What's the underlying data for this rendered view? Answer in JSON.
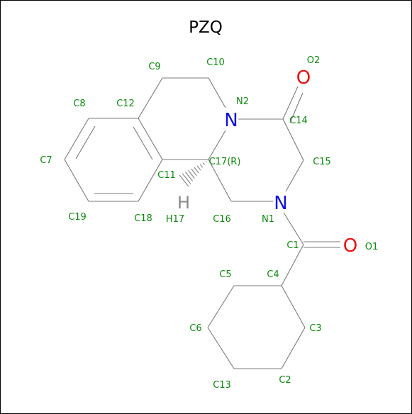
{
  "title": "PZQ",
  "symbols": {
    "n2": "N",
    "n1": "N",
    "o2": "O",
    "o1": "O",
    "h": "H"
  },
  "atom_labels": {
    "C9": "C9",
    "C10": "C10",
    "O2": "O2",
    "C8": "C8",
    "C12": "C12",
    "N2": "N2",
    "C14": "C14",
    "C7": "C7",
    "C17": "C17(R)",
    "C15": "C15",
    "C11": "C11",
    "C19": "C19",
    "C18": "C18",
    "H17": "H17",
    "C16": "C16",
    "N1": "N1",
    "C1": "C1",
    "O1": "O1",
    "C5": "C5",
    "C4": "C4",
    "C6": "C6",
    "C3": "C3",
    "C13": "C13",
    "C2": "C2"
  },
  "colors": {
    "label": "#0a8a0a",
    "nitrogen": "#1010e0",
    "oxygen": "#ee1010",
    "hydrogen": "#888888",
    "bond": "#7a7a7a"
  }
}
